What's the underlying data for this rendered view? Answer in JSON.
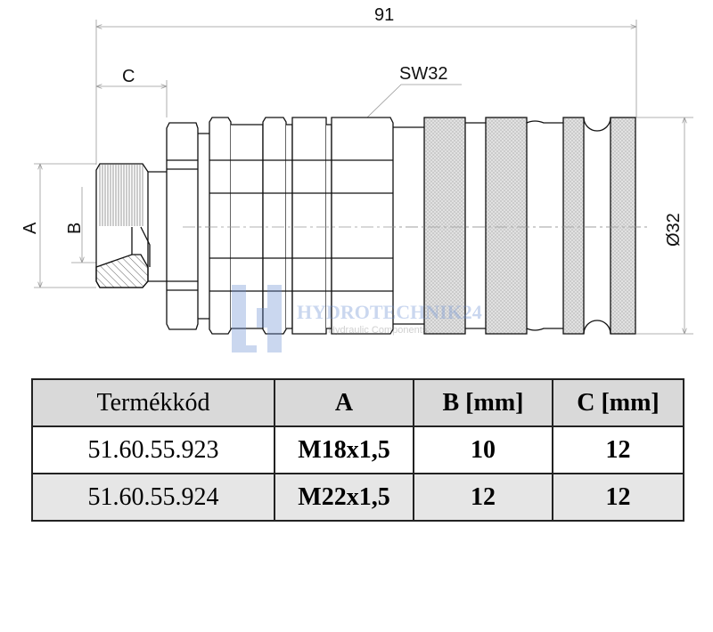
{
  "drawing": {
    "dim_total": "91",
    "dim_c": "C",
    "dim_a": "A",
    "dim_b": "B",
    "dim_sw": "SW32",
    "dim_diameter": "Ø32",
    "watermark": {
      "brand": "HYDROTECHNIK24",
      "tagline": "Hydraulic Components"
    }
  },
  "table": {
    "headers": [
      "Termékkód",
      "A",
      "B [mm]",
      "C [mm]"
    ],
    "rows": [
      [
        "51.60.55.923",
        "M18x1,5",
        "10",
        "12"
      ],
      [
        "51.60.55.924",
        "M22x1,5",
        "12",
        "12"
      ]
    ]
  }
}
